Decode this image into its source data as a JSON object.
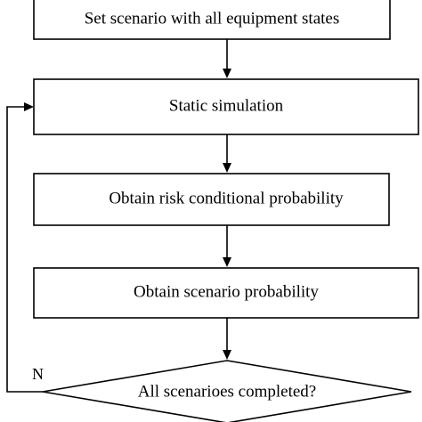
{
  "diagram": {
    "nodes": {
      "set_scenario": "Set scenario with all equipment states",
      "static_simulation": "Static simulation",
      "risk_probability": "Obtain risk conditional probability",
      "scenario_probability": "Obtain scenario probability",
      "decision": "All scenarioes  completed?"
    },
    "labels": {
      "loop_no": "N"
    }
  }
}
